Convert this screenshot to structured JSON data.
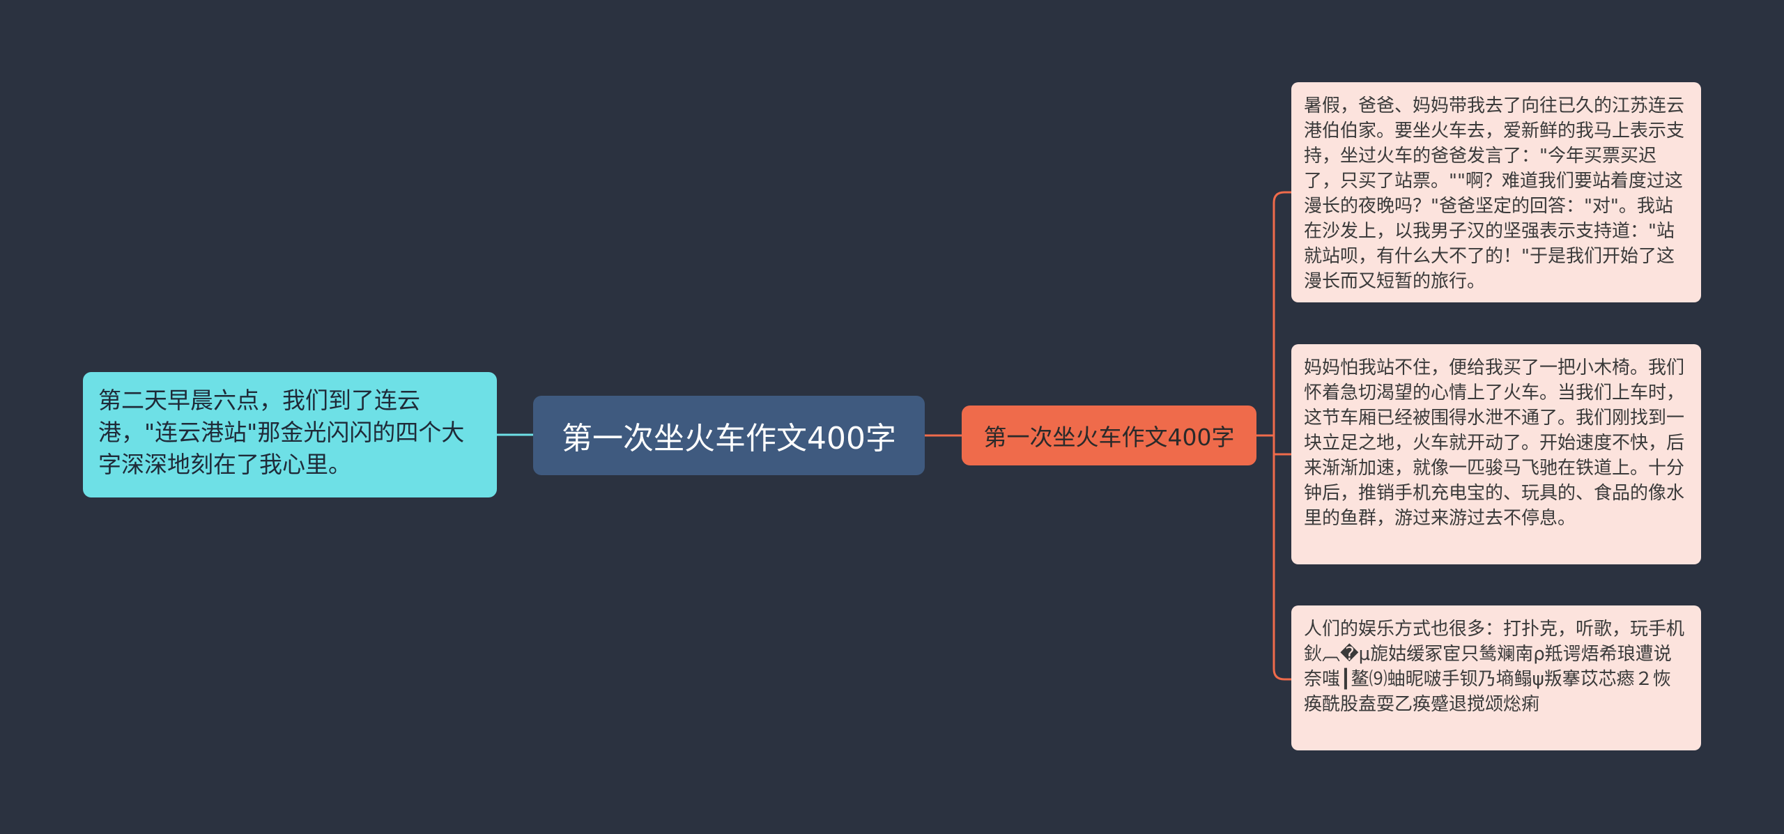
{
  "diagram": {
    "center": {
      "label": "第一次坐火车作文400字"
    },
    "left_branch": {
      "text": "第二天早晨六点，我们到了连云港，\"连云港站\"那金光闪闪的四个大字深深地刻在了我心里。"
    },
    "right_branch": {
      "label": "第一次坐火车作文400字",
      "leaves": [
        {
          "text": "暑假，爸爸、妈妈带我去了向往已久的江苏连云港伯伯家。要坐火车去，爱新鲜的我马上表示支持，坐过火车的爸爸发言了：\"今年买票买迟了，只买了站票。\"\"啊？难道我们要站着度过这漫长的夜晚吗？\"爸爸坚定的回答：\"对\"。我站在沙发上，以我男子汉的坚强表示支持道：\"站就站呗，有什么大不了的！\"于是我们开始了这漫长而又短暂的旅行。"
        },
        {
          "text": "妈妈怕我站不住，便给我买了一把小木椅。我们怀着急切渴望的心情上了火车。当我们上车时，这节车厢已经被围得水泄不通了。我们刚找到一块立足之地，火车就开动了。开始速度不快，后来渐渐加速，就像一匹骏马飞驰在铁道上。十分钟后，推销手机充电宝的、玩具的、食品的像水里的鱼群，游过来游过去不停息。"
        },
        {
          "text": "人们的娱乐方式也很多：打扑克，听歌，玩手机鈥︹�μ旎姑缓冢宦只鸶斓南ρ羝谔焐希琅遭说奈嗤┃鳌⑼蚰昵啵手钡乃墒鳎ψ叛搴苡芯瘱２恢痪酰股盍耍乙痪蹙退搅颂焧痢"
        }
      ]
    },
    "colors": {
      "background": "#2b3240",
      "center": "#3f5a7f",
      "left_node": "#6ee0e6",
      "left_connector": "#6ee0e6",
      "right_node": "#ef6b4b",
      "right_connector": "#ef6b4b",
      "leaf": "#fce3dd"
    }
  }
}
